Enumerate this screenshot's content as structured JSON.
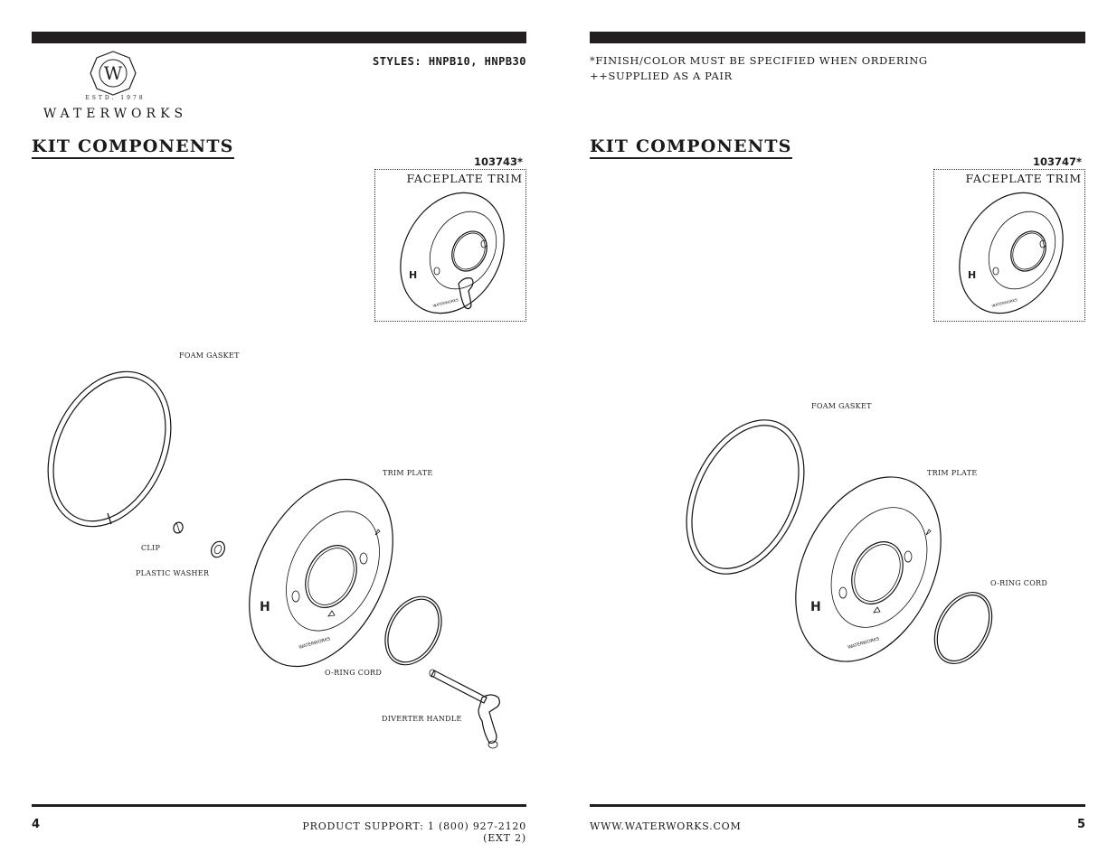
{
  "brand": {
    "logo_letter": "W",
    "established": "ESTD. 1978",
    "wordmark": "WATERWORKS"
  },
  "left_page": {
    "styles": "STYLES: HNPB10, HNPB30",
    "heading": "KIT COMPONENTS",
    "trim_part_number": "103743*",
    "trim_label": "FACEPLATE TRIM",
    "labels": {
      "foam_gasket": "FOAM GASKET",
      "trim_plate": "TRIM PLATE",
      "clip": "CLIP",
      "plastic_washer": "PLASTIC WASHER",
      "o_ring_cord": "O-RING CORD",
      "diverter_handle": "DIVERTER HANDLE"
    },
    "page_number": "4",
    "footer_text": "PRODUCT SUPPORT: 1 (800) 927-2120 (EXT 2)"
  },
  "right_page": {
    "note_finish": "*FINISH/COLOR MUST BE SPECIFIED WHEN ORDERING",
    "note_pair": "++SUPPLIED AS A PAIR",
    "heading": "KIT COMPONENTS",
    "trim_part_number": "103747*",
    "trim_label": "FACEPLATE TRIM",
    "labels": {
      "foam_gasket": "FOAM GASKET",
      "trim_plate": "TRIM PLATE",
      "o_ring_cord": "O-RING CORD"
    },
    "page_number": "5",
    "footer_text": "WWW.WATERWORKS.COM"
  },
  "plate_marks": {
    "hot_mark": "H",
    "plate_engraving": "WATERWORKS"
  }
}
